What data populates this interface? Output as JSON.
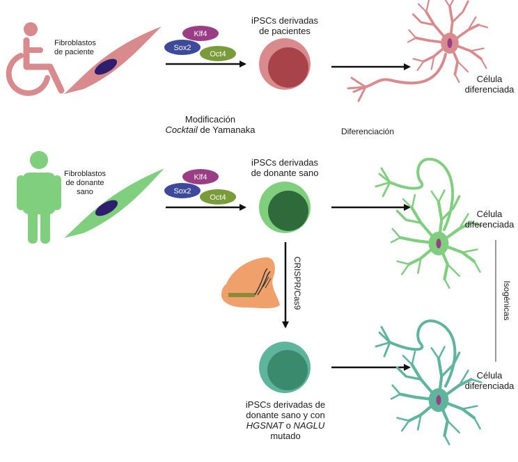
{
  "colors": {
    "patient": "#d98a8c",
    "patient_core": "#a8434a",
    "healthy": "#7fcf7f",
    "healthy_core": "#2f6b3a",
    "mutant": "#5fb59b",
    "mutant_core": "#3a8a6e",
    "nucleus": "#2e1f6e",
    "klf4": "#9b3d84",
    "sox2": "#3d4a9b",
    "oct4": "#7a9b3a",
    "cas9": "#f0a06a"
  },
  "factors": {
    "klf4": "Klf4",
    "sox2": "Sox2",
    "oct4": "Oct4"
  },
  "row1": {
    "fibroblast_label": [
      "Fibroblastos",
      "de paciente"
    ],
    "ipsc_label": [
      "iPSCs derivadas",
      "de pacientes"
    ],
    "cell_label": [
      "Célula",
      "diferenciada"
    ]
  },
  "middle": {
    "modification": "Modificación",
    "cocktail_italic": "Cocktail",
    "cocktail_rest": " de Yamanaka",
    "differentiation": "Diferenciación"
  },
  "row2": {
    "fibroblast_label": [
      "Fibroblastos",
      "de donante",
      "sano"
    ],
    "ipsc_label": [
      "iPSCs derivadas",
      "de donante sano"
    ],
    "cell_label": [
      "Célula",
      "diferenciada"
    ]
  },
  "crispr": "CRISPR/Cas9",
  "isogenic": "Isogénicas",
  "row3": {
    "ipsc_label_1": "iPSCs derivadas de",
    "ipsc_label_2": "donante sano y con",
    "gene1": "HGSNAT",
    "or_word": " o ",
    "gene2": "NAGLU",
    "mutated": "mutado",
    "cell_label": [
      "Célula",
      "diferenciada"
    ]
  }
}
